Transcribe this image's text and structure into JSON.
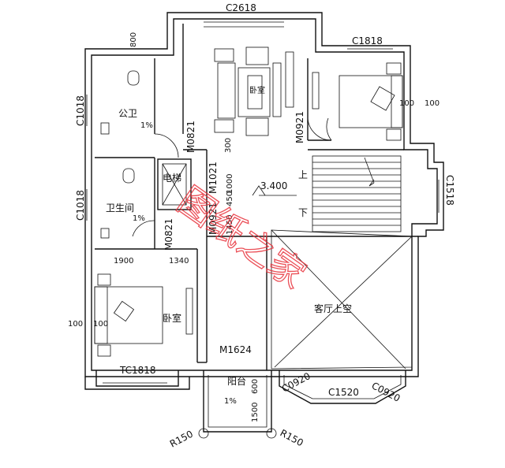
{
  "plan": {
    "level": "3.400",
    "rooms": {
      "public_bath": "公卫",
      "bathroom": "卫生间",
      "elevator": "电梯",
      "bedroom": "卧室",
      "balcony": "阳台",
      "living_void": "客厅上空",
      "stairs_up": "上",
      "stairs_down": "下",
      "master_tag": "卧室"
    },
    "slopes": [
      "1%",
      "1%",
      "1%"
    ],
    "openings": {
      "top_window": "C2618",
      "upper_right_window": "C1818",
      "left_window_1": "C1018",
      "left_window_2": "C1018",
      "right_window": "C1518",
      "door_public_bath": "M0821",
      "door_bath": "M0821",
      "door_master": "M0921",
      "door_elevator": "M0921",
      "door_m1021": "M1021",
      "door_balcony": "M1624",
      "bottom_window_left": "TC1818",
      "bay_left": "C0920",
      "bay_center": "C1520",
      "bay_right": "C0920"
    },
    "dimensions": {
      "d_800": "800",
      "d_100a": "100",
      "d_100b": "100",
      "d_100c": "100",
      "d_100d": "100",
      "d_300": "300",
      "d_1000": "1000",
      "d_450": "450",
      "d_1450": "1450",
      "d_1900": "1900",
      "d_1340": "1340",
      "d_600": "600",
      "d_1500": "1500"
    },
    "radii": {
      "left": "R150",
      "right": "R150"
    },
    "watermark": "图纸之家",
    "colors": {
      "line": "#111111",
      "watermark": "#e8323c"
    }
  }
}
